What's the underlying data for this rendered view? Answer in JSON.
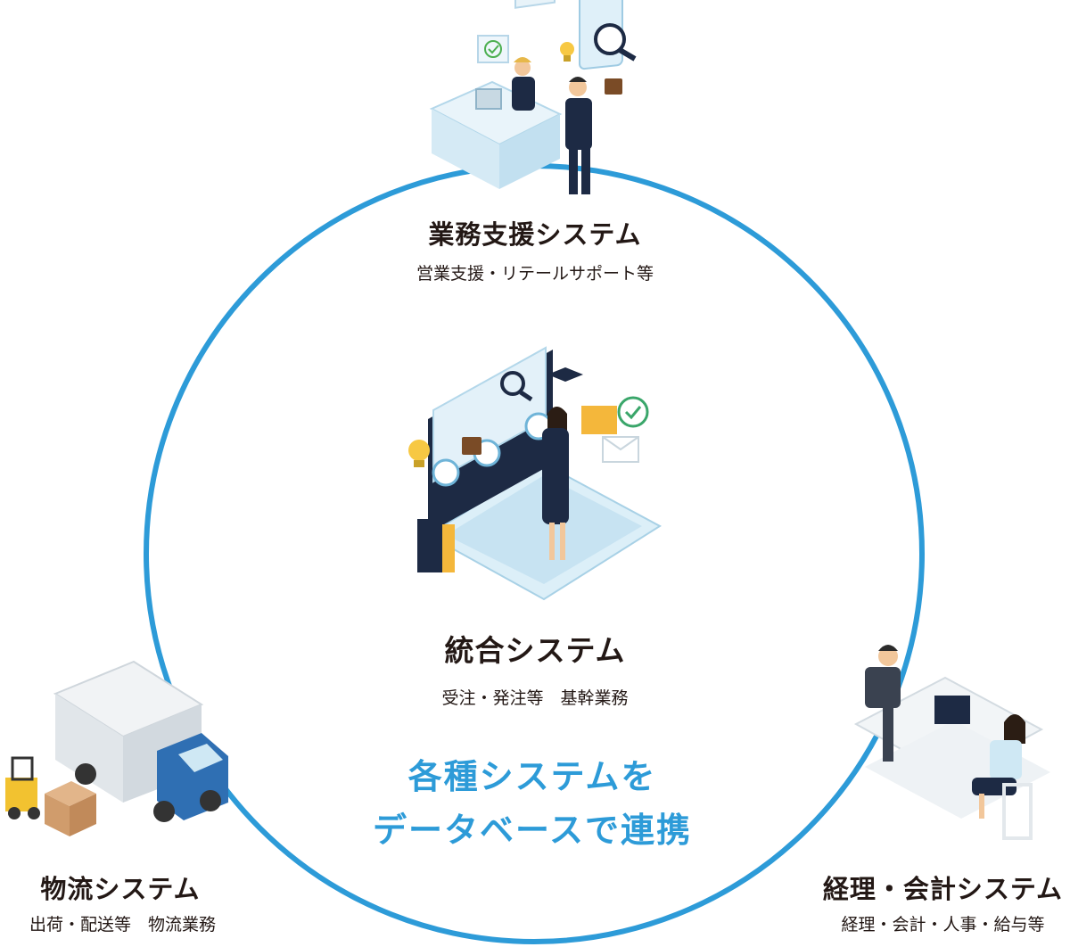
{
  "colors": {
    "ring": "#2d9bd8",
    "accent_text": "#2d9bd8",
    "text": "#231815",
    "navy": "#1d2a44",
    "light_blue": "#cfe8f4",
    "truck_blue": "#2f6fb3"
  },
  "center": {
    "title": "統合システム",
    "subtitle": "受注・発注等　基幹業務",
    "tagline_line1": "各種システムを",
    "tagline_line2": "データベースで連携"
  },
  "nodes": {
    "business": {
      "title": "業務支援システム",
      "subtitle": "営業支援・リテールサポート等",
      "icon": "office-reception-illustration"
    },
    "logistics": {
      "title": "物流システム",
      "subtitle": "出荷・配送等　物流業務",
      "icon": "truck-forklift-illustration"
    },
    "accounting": {
      "title": "経理・会計システム",
      "subtitle": "経理・会計・人事・給与等",
      "icon": "desk-workers-illustration"
    }
  },
  "center_icon": "laptop-dashboard-illustration"
}
